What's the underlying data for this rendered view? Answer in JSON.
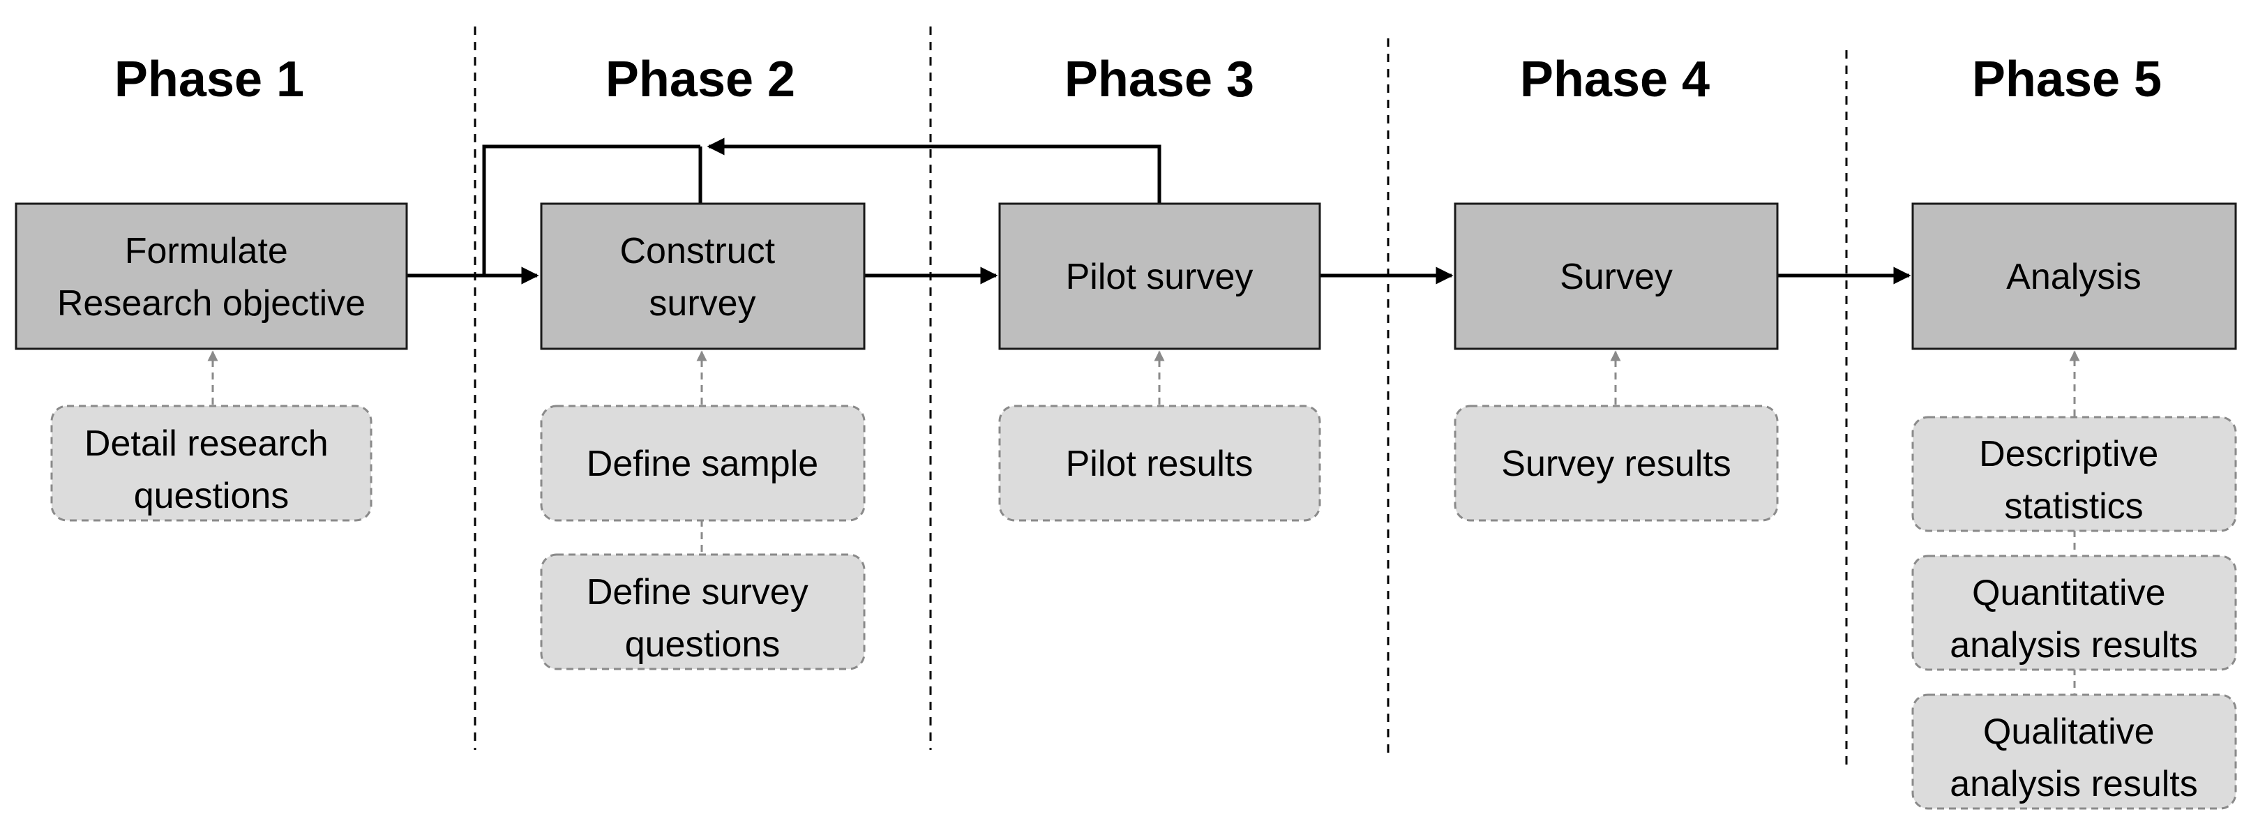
{
  "colors": {
    "main_box_fill": "#bebebe",
    "main_box_stroke": "#1a1a1a",
    "sub_box_fill": "#dcdcdc",
    "sub_box_stroke": "#8a8a8a",
    "arrow": "#000000",
    "dashed_arrow": "#8a8a8a",
    "divider": "#000000"
  },
  "phases": [
    {
      "title": "Phase 1",
      "step": {
        "lines": [
          "Formulate",
          "Research objective"
        ]
      },
      "inputs": [
        {
          "lines": [
            "Detail research",
            "questions"
          ]
        }
      ]
    },
    {
      "title": "Phase 2",
      "step": {
        "lines": [
          "Construct",
          "survey"
        ]
      },
      "inputs": [
        {
          "lines": [
            "Define sample"
          ]
        },
        {
          "lines": [
            "Define survey",
            "questions"
          ]
        }
      ]
    },
    {
      "title": "Phase 3",
      "step": {
        "lines": [
          "Pilot survey"
        ]
      },
      "inputs": [
        {
          "lines": [
            "Pilot results"
          ]
        }
      ]
    },
    {
      "title": "Phase 4",
      "step": {
        "lines": [
          "Survey"
        ]
      },
      "inputs": [
        {
          "lines": [
            "Survey results"
          ]
        }
      ]
    },
    {
      "title": "Phase 5",
      "step": {
        "lines": [
          "Analysis"
        ]
      },
      "inputs": [
        {
          "lines": [
            "Descriptive",
            "statistics"
          ]
        },
        {
          "lines": [
            "Quantitative",
            "analysis results"
          ]
        },
        {
          "lines": [
            "Qualitative",
            "analysis results"
          ]
        }
      ]
    }
  ]
}
